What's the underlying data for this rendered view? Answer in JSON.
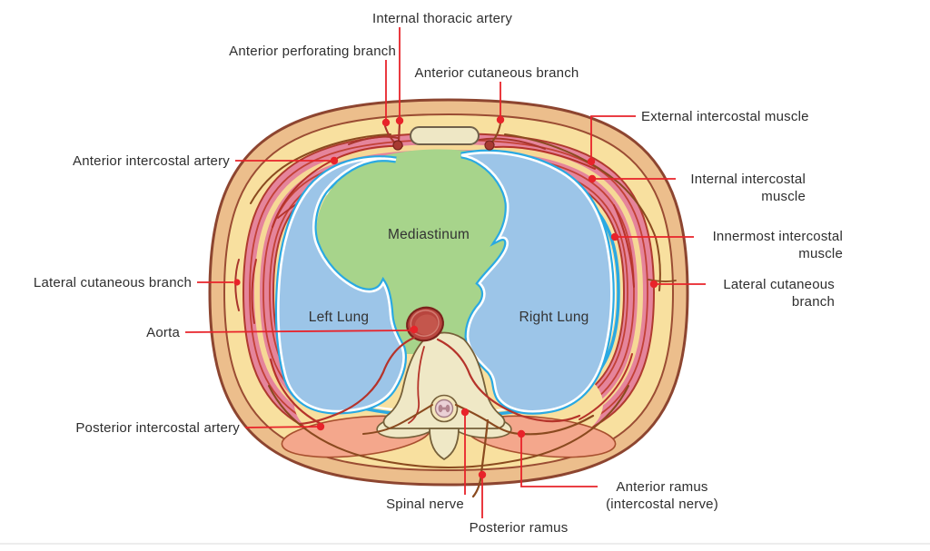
{
  "figure": {
    "kind": "anatomical-cross-section-diagram",
    "subject": "Thoracic wall cross section with intercostal vessels, nerves and muscles"
  },
  "colors": {
    "leader_red": "#e8232a",
    "skin_tan": "#ecbe8c",
    "fat_yellow": "#f8e09f",
    "muscle_pink": "#e5849b",
    "muscle_stripe_red": "#c24136",
    "lung_blue": "#9cc5e8",
    "pleura_cyan": "#2aa9e2",
    "mediastinum_green": "#a7d48b",
    "bone_cream": "#efe8c6",
    "back_muscle_salmon": "#f4a78c",
    "aorta_red": "#b8453e",
    "outline_brown": "#8d4530",
    "nerve_brown": "#8a4a1f",
    "label_text": "#2e2e2e"
  },
  "regions": {
    "mediastinum": "Mediastinum",
    "left_lung": "Left Lung",
    "right_lung": "Right Lung"
  },
  "labels": {
    "internal_thoracic_artery": {
      "text": "Internal thoracic artery"
    },
    "anterior_perforating_branch": {
      "text": "Anterior perforating branch"
    },
    "anterior_cutaneous_branch": {
      "text": "Anterior cutaneous branch"
    },
    "external_intercostal_muscle": {
      "text": "External intercostal muscle"
    },
    "internal_intercostal_muscle": {
      "line1": "Internal intercostal",
      "line2": "muscle"
    },
    "innermost_intercostal_muscle": {
      "line1": "Innermost intercostal",
      "line2": "muscle"
    },
    "lateral_cutaneous_branch_right": {
      "line1": "Lateral cutaneous",
      "line2": "branch"
    },
    "lateral_cutaneous_branch_left": {
      "text": "Lateral cutaneous branch"
    },
    "anterior_intercostal_artery": {
      "text": "Anterior intercostal artery"
    },
    "aorta": {
      "text": "Aorta"
    },
    "posterior_intercostal_artery": {
      "text": "Posterior intercostal artery"
    },
    "spinal_nerve": {
      "text": "Spinal nerve"
    },
    "posterior_ramus": {
      "text": "Posterior ramus"
    },
    "anterior_ramus": {
      "line1": "Anterior ramus",
      "line2": "(intercostal nerve)"
    }
  }
}
